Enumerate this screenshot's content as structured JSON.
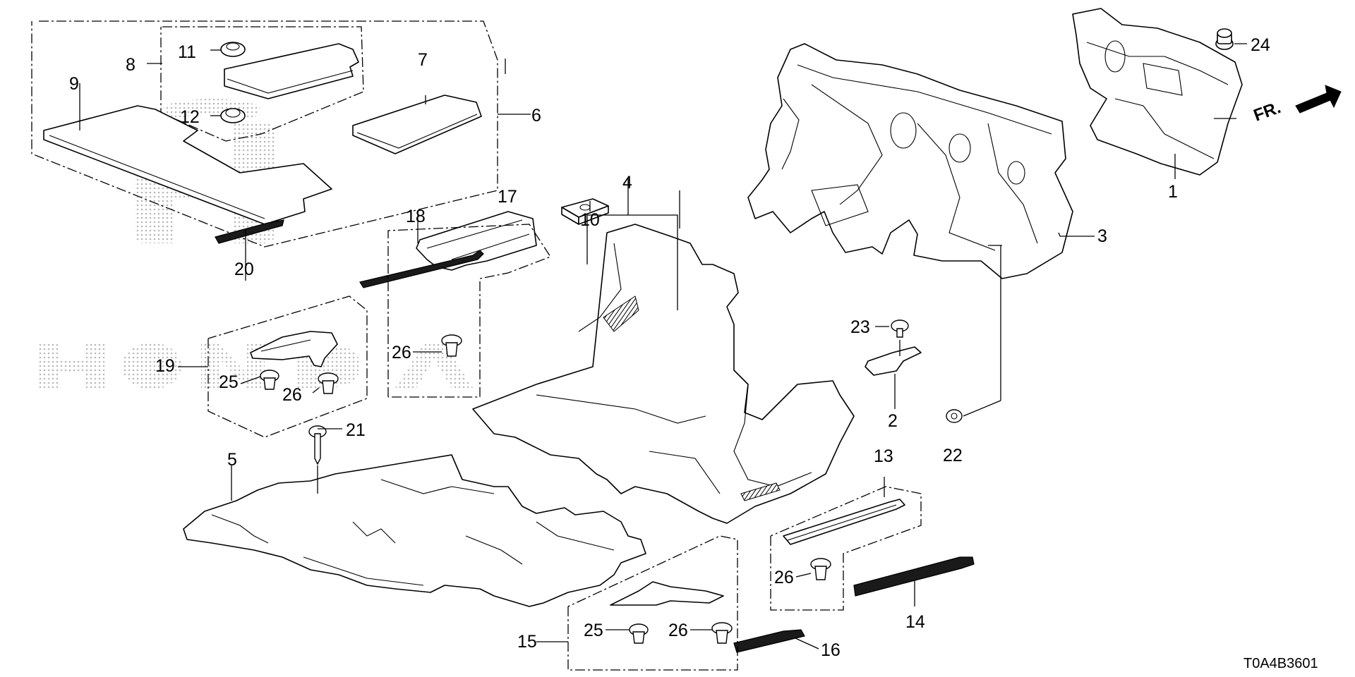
{
  "diagram": {
    "callouts": [
      {
        "id": "c1",
        "text": "1"
      },
      {
        "id": "c2",
        "text": "2"
      },
      {
        "id": "c3",
        "text": "3"
      },
      {
        "id": "c4",
        "text": "4"
      },
      {
        "id": "c5",
        "text": "5"
      },
      {
        "id": "c6",
        "text": "6"
      },
      {
        "id": "c7",
        "text": "7"
      },
      {
        "id": "c8",
        "text": "8"
      },
      {
        "id": "c9",
        "text": "9"
      },
      {
        "id": "c10",
        "text": "10"
      },
      {
        "id": "c11",
        "text": "11"
      },
      {
        "id": "c12",
        "text": "12"
      },
      {
        "id": "c13",
        "text": "13"
      },
      {
        "id": "c14",
        "text": "14"
      },
      {
        "id": "c15",
        "text": "15"
      },
      {
        "id": "c16",
        "text": "16"
      },
      {
        "id": "c17",
        "text": "17"
      },
      {
        "id": "c18",
        "text": "18"
      },
      {
        "id": "c19",
        "text": "19"
      },
      {
        "id": "c20",
        "text": "20"
      },
      {
        "id": "c21",
        "text": "21"
      },
      {
        "id": "c22",
        "text": "22"
      },
      {
        "id": "c23",
        "text": "23"
      },
      {
        "id": "c24",
        "text": "24"
      },
      {
        "id": "c25a",
        "text": "25"
      },
      {
        "id": "c25b",
        "text": "25"
      },
      {
        "id": "c26a",
        "text": "26"
      },
      {
        "id": "c26b",
        "text": "26"
      },
      {
        "id": "c26c",
        "text": "26"
      },
      {
        "id": "c26d",
        "text": "26"
      }
    ],
    "front_indicator": "FR.",
    "diagram_code": "T0A4B3601",
    "watermark": "HONDA"
  }
}
